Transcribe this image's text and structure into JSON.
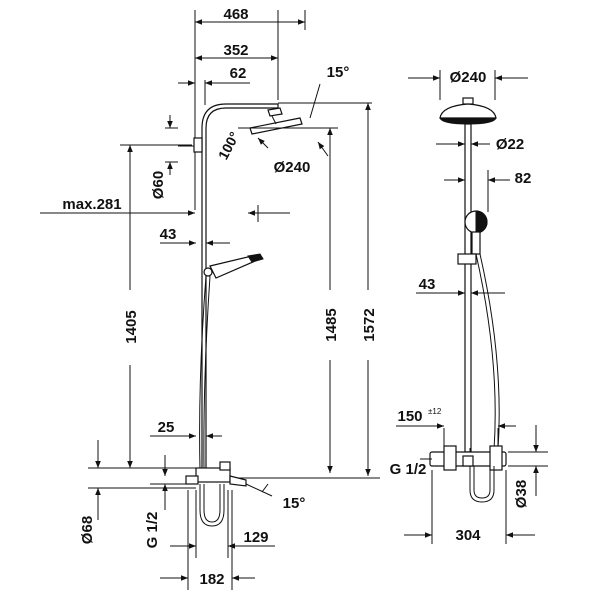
{
  "side_view": {
    "dim_width_total": "468",
    "dim_arm": "352",
    "dim_62": "62",
    "dim_angle_head": "15°",
    "dim_angle_arm": "100°",
    "dim_head_dia": "Ø240",
    "dim_wall_rose": "Ø60",
    "dim_max": "max.281",
    "dim_43": "43",
    "dim_1405": "1405",
    "dim_1485": "1485",
    "dim_1572": "1572",
    "dim_25": "25",
    "dim_68": "Ø68",
    "dim_g12": "G 1/2",
    "dim_129": "129",
    "dim_spout_angle": "15°",
    "dim_182": "182"
  },
  "front_view": {
    "dim_head_dia": "Ø240",
    "dim_pipe_dia": "Ø22",
    "dim_hand_offset": "82",
    "dim_43": "43",
    "dim_150": "150",
    "dim_150_tol": "±12",
    "dim_g12": "G 1/2",
    "dim_38": "Ø38",
    "dim_304": "304"
  },
  "colors": {
    "line": "#111111",
    "background": "#ffffff"
  }
}
